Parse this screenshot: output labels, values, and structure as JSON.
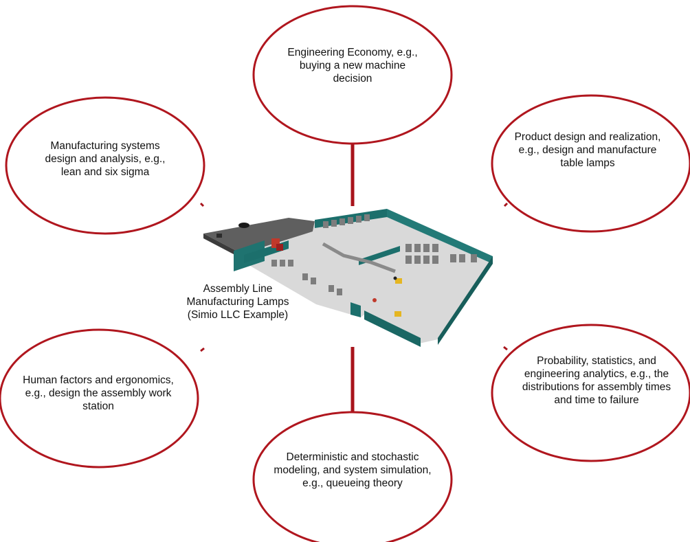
{
  "center": {
    "label": "Assembly Line Manufacturing Lamps (Simio LLC Example)",
    "image": "3d-factory-model"
  },
  "bubbles": [
    {
      "id": "top",
      "text": "Engineering Economy, e.g., buying a new machine decision"
    },
    {
      "id": "upper-left",
      "text": "Manufacturing systems design and analysis, e.g., lean and six sigma"
    },
    {
      "id": "upper-right",
      "text": "Product design and realization, e.g., design and manufacture table lamps"
    },
    {
      "id": "lower-left",
      "text": "Human factors and ergonomics, e.g., design the assembly work station"
    },
    {
      "id": "lower-right",
      "text": "Probability, statistics, and engineering analytics, e.g., the distributions for assembly times and time to failure"
    },
    {
      "id": "bottom",
      "text": "Deterministic and stochastic modeling, and system simulation, e.g., queueing theory"
    }
  ],
  "colors": {
    "bubble_stroke": "#b0161e",
    "connector": "#a8141c",
    "wall": "#1c6f6c",
    "floor": "#d9d9d9"
  }
}
